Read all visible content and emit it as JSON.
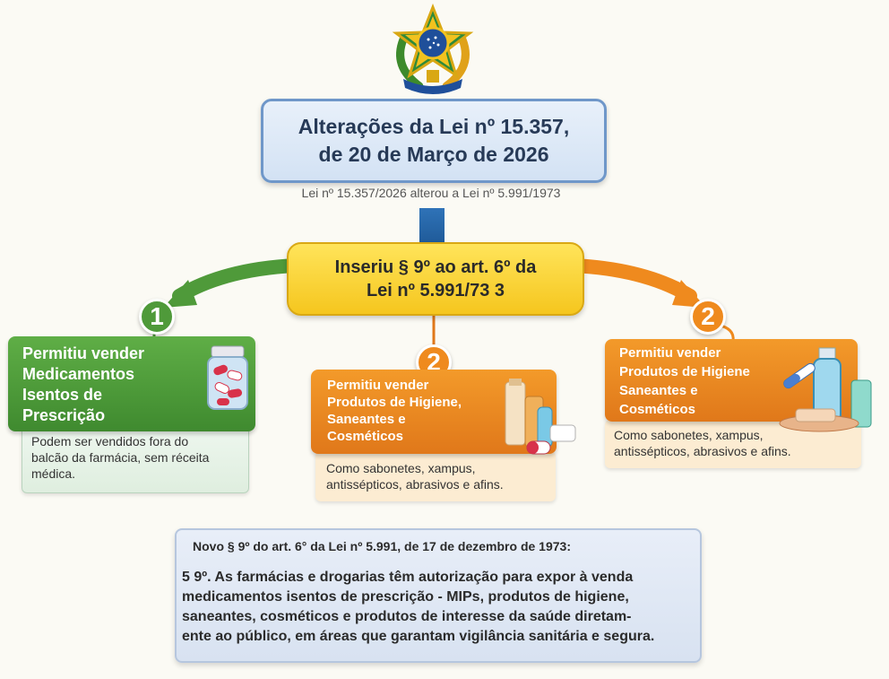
{
  "title": {
    "text": "Alterações da Lei nº 15.357,\nde 20 de Março de 2026"
  },
  "subtitle": "Lei nº 15.357/2026 alterou a Lei nº 5.991/1973",
  "central": {
    "text": "Inseriu § 9º ao art. 6º da\nLei nº 5.991/73 3"
  },
  "branches": {
    "left": {
      "number": "1",
      "heading_lines": [
        "Permitiu vender",
        "Medicamentos",
        "Isentos de",
        "Prescrição"
      ],
      "body_lines": [
        "Podem ser vendidos fora do",
        "balcão da farmácia, sem réceita",
        "médica."
      ]
    },
    "center": {
      "number": "2",
      "heading_lines": [
        "Permitiu vender",
        "Produtos de Higiene,",
        "Saneantes e",
        "Cosméticos"
      ],
      "body_lines": [
        "Como sabonetes, xampus,",
        "antissépticos, abrasivos e afins."
      ]
    },
    "right": {
      "number": "2",
      "heading_lines": [
        "Permitiu vender",
        "Produtos de Higiene",
        "Saneantes e",
        "Cosméticos"
      ],
      "body_lines": [
        "Como sabonetes, xampus,",
        "antissépticos, abrasivos e afins."
      ]
    }
  },
  "law_box": {
    "heading": "Novo § 9º do art. 6° da Lei nº 5.991, de 17 de dezembro de 1973:",
    "lines": [
      "5 9º. As farmácias e drogarias têm autorização para expor à venda",
      "medicamentos isentos de prescrição - MIPs, produtos de higiene,",
      "saneantes, cosméticos e produtos de interesse da saúde diretam-",
      "ente ao público, em áreas que garantam vigilância sanitária e segura."
    ]
  },
  "colors": {
    "green": "#4f9a3a",
    "orange": "#ef8a1e",
    "yellow": "#f5c61e",
    "blue": "#2f73b8"
  },
  "icons": [
    "coat-of-arms-icon",
    "pill-bottle-icon",
    "cosmetics-icon",
    "hygiene-products-icon"
  ]
}
